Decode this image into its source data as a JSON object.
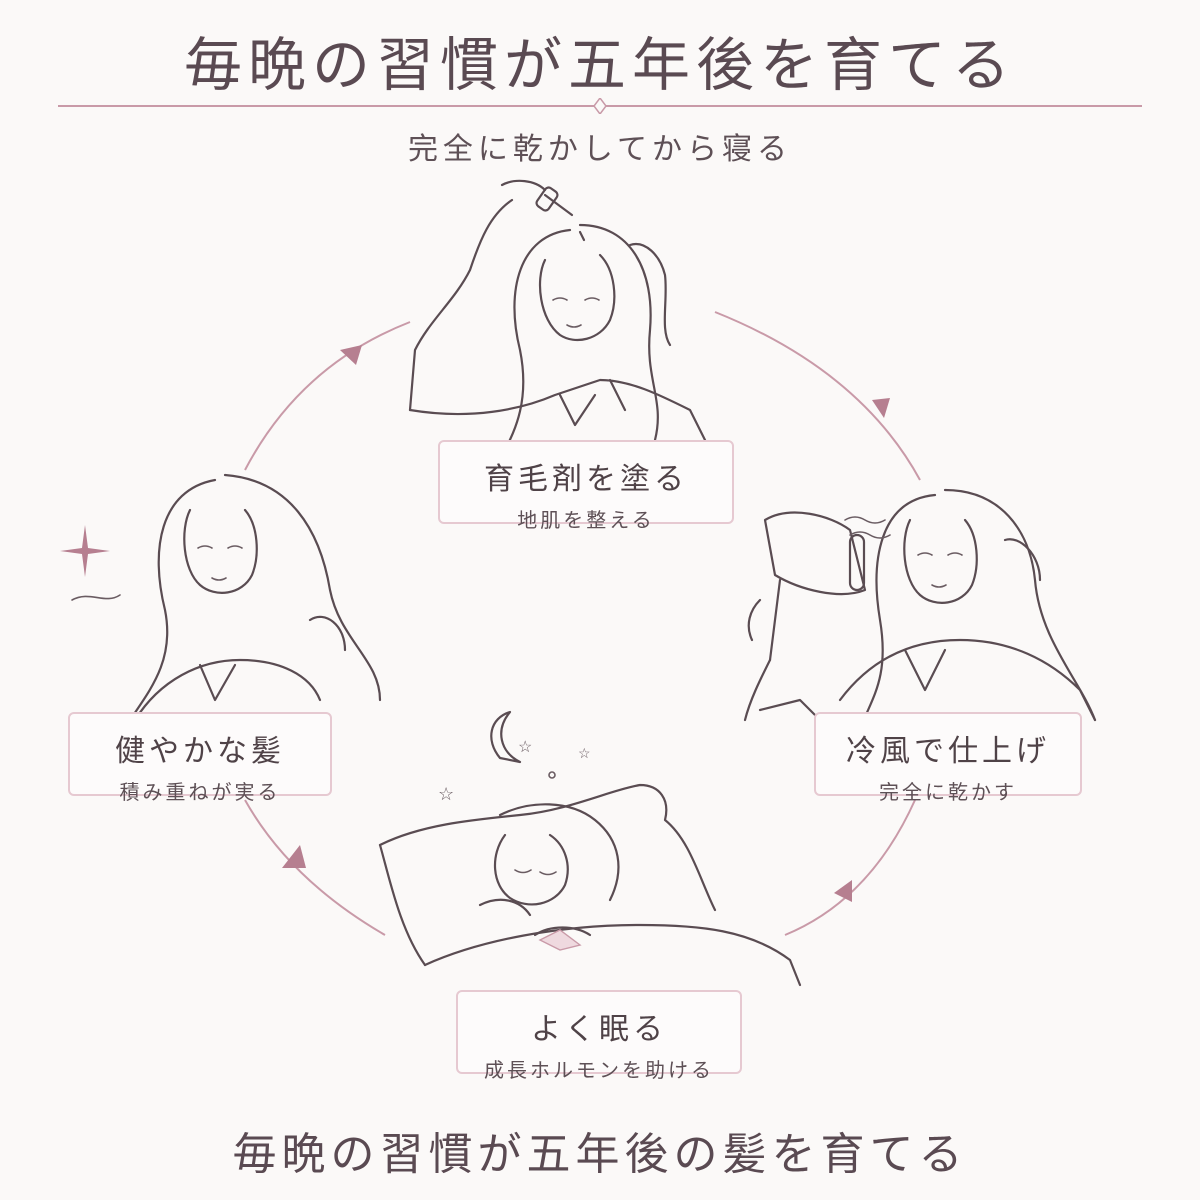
{
  "header": {
    "title": "毎晩の習慣が五年後を育てる",
    "subtitle": "完全に乾かしてから寝る"
  },
  "steps": [
    {
      "title": "育毛剤を塗る",
      "caption": "地肌を整える"
    },
    {
      "title": "冷風で仕上げ",
      "caption": "完全に乾かす"
    },
    {
      "title": "よく眠る",
      "caption": "成長ホルモンを助ける"
    },
    {
      "title": "健やかな髪",
      "caption": "積み重ねが実る"
    }
  ],
  "footer": {
    "text": "毎晩の習慣が五年後の髪を育てる"
  },
  "colors": {
    "accent": "#c99aa8",
    "arrow": "#b67f90",
    "box_border": "#e6c9d1",
    "ink": "#5a4c52"
  }
}
